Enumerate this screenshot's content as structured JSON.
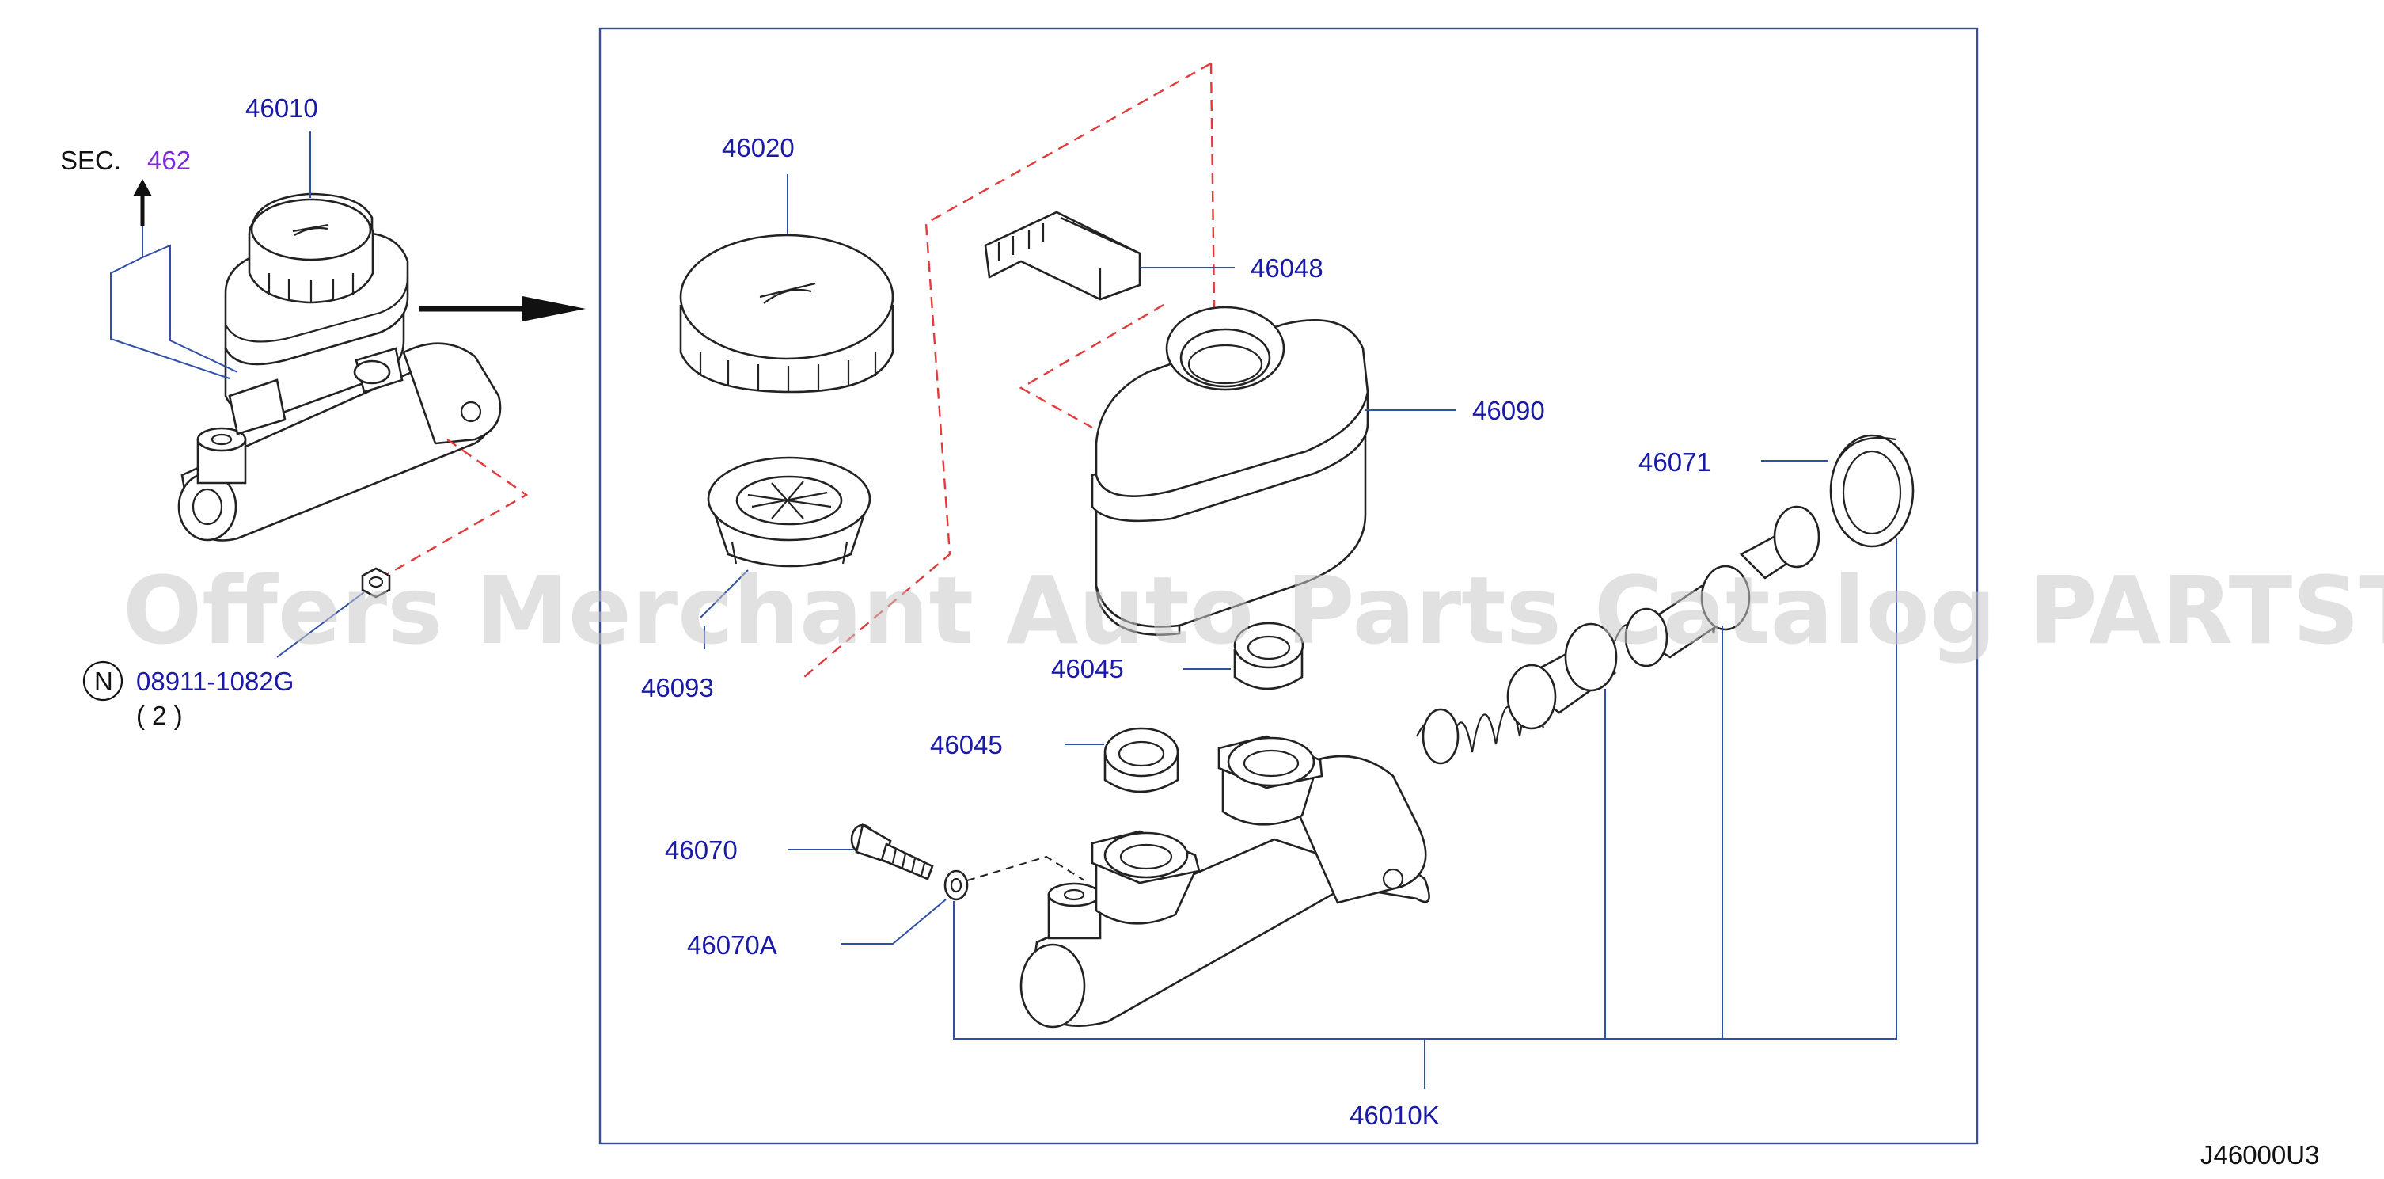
{
  "sec_label": "SEC.",
  "sec_ref": "462",
  "assembly_label": "46010",
  "nut_symbol": "N",
  "nut_part": "08911-1082G",
  "nut_qty": "( 2 )",
  "parts": {
    "cap": "46020",
    "strainer": "46093",
    "connector": "46048",
    "reservoir": "46090",
    "seal_upper": "46045",
    "seal_lower": "46045",
    "bolt": "46070",
    "washer": "46070A",
    "piston_kit": "46071",
    "body_kit": "46010K"
  },
  "watermark": "Offers Merchant Auto Parts Catalog PARTSTORE.SA",
  "diagram_id": "J46000U3",
  "colors": {
    "label_blue": "#1a1aa6",
    "leader_blue": "#2f4fa8",
    "dash_red": "#e23a3a",
    "ref_purple": "#7a2ad6"
  }
}
